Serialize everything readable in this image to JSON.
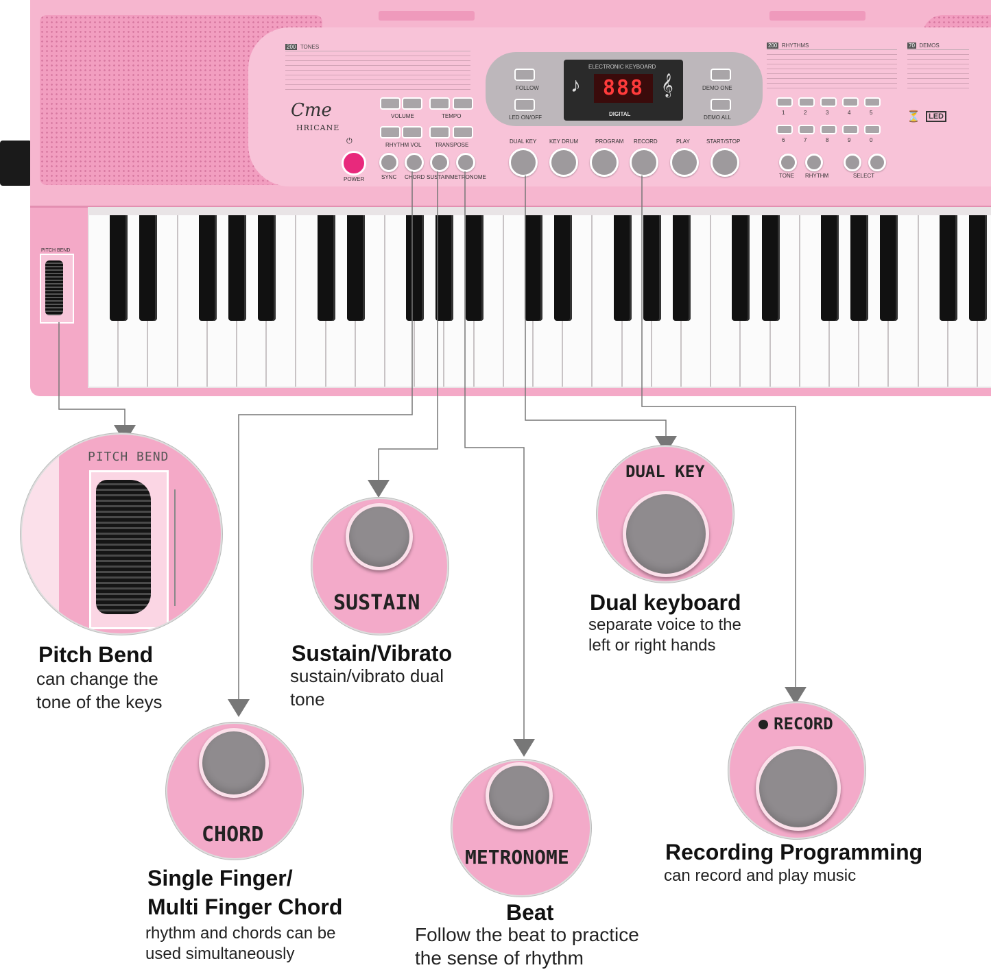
{
  "keyboard": {
    "brand": "HRICANE",
    "display_header": "ELECTRONIC KEYBOARD",
    "display_digits": "888",
    "display_footer": "DIGITAL",
    "tones_count": "200",
    "tones_label": "TONES",
    "rhythms_count": "200",
    "rhythms_label": "RHYTHMS",
    "demos_count": "70",
    "demos_label": "DEMOS",
    "power_label": "POWER",
    "follow_label": "FOLLOW",
    "led_label": "LED ON/OFF",
    "demo_one_label": "DEMO ONE",
    "demo_all_label": "DEMO ALL",
    "volume_label": "VOLUME",
    "tempo_label": "TEMPO",
    "rhythm_vol_label": "RHYTHM VOL",
    "transpose_label": "TRANSPOSE",
    "small_buttons": [
      "SYNC",
      "CHORD",
      "SUSTAIN",
      "METRONOME"
    ],
    "main_buttons": [
      "DUAL KEY",
      "KEY DRUM",
      "PROGRAM",
      "RECORD",
      "PLAY",
      "START/STOP"
    ],
    "tone_label": "TONE",
    "rhythm_label": "RHYTHM",
    "select_label": "SELECT",
    "led_logo": "LED",
    "pitch_bend_panel_label": "PITCH BEND",
    "number_keys": [
      "1",
      "2",
      "3",
      "4",
      "5",
      "6",
      "7",
      "8",
      "9",
      "0"
    ]
  },
  "features": {
    "pitch_bend": {
      "zoom_label": "PITCH BEND",
      "title": "Pitch Bend",
      "desc_line1": "can change the",
      "desc_line2": "tone of the keys"
    },
    "sustain": {
      "zoom_label": "SUSTAIN",
      "title": "Sustain/Vibrato",
      "desc_line1": "sustain/vibrato dual",
      "desc_line2": "tone"
    },
    "dual_key": {
      "zoom_label": "DUAL KEY",
      "title": "Dual keyboard",
      "desc_line1": "separate voice to the",
      "desc_line2": "left or right hands"
    },
    "chord": {
      "zoom_label": "CHORD",
      "title_line1": "Single Finger/",
      "title_line2": "Multi Finger Chord",
      "desc_line1": "rhythm and chords can be",
      "desc_line2": "used simultaneously"
    },
    "metronome": {
      "zoom_label": "METRONOME",
      "title": "Beat",
      "desc_line1": "Follow the beat to practice",
      "desc_line2": "the sense of rhythm"
    },
    "record": {
      "zoom_label": "RECORD",
      "title": "Recording Programming",
      "desc_line1": "can record and play music"
    }
  }
}
